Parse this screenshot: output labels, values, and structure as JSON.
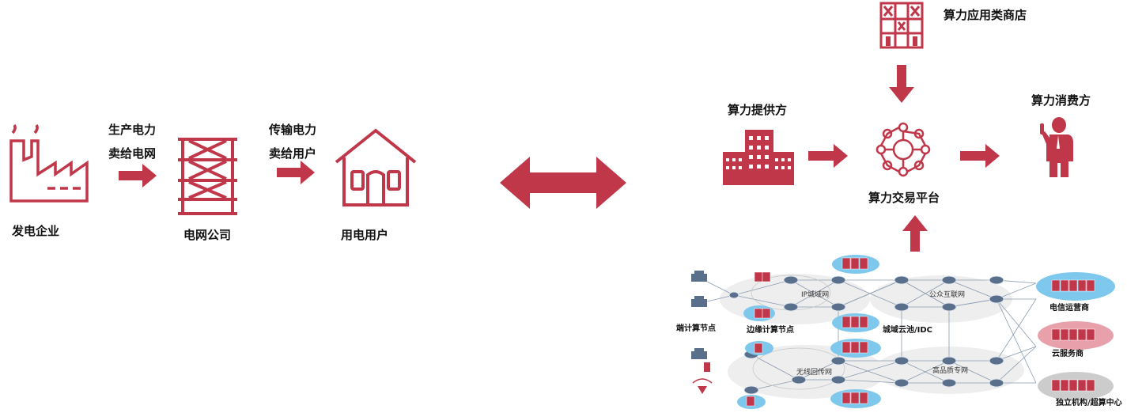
{
  "colors": {
    "accent": "#c0374a",
    "cloud": "#7dc8ec",
    "router": "#5a6f8c"
  },
  "left": {
    "generator": "发电企业",
    "arrow1_line1": "生产电力",
    "arrow1_line2": "卖给电网",
    "grid": "电网公司",
    "arrow2_line1": "传输电力",
    "arrow2_line2": "卖给用户",
    "consumer": "用电用户"
  },
  "right": {
    "store": "算力应用类商店",
    "provider": "算力提供方",
    "platform": "算力交易平台",
    "consumer": "算力消费方"
  },
  "network": {
    "ip_metro": "IP城域网",
    "public_internet": "公众互联网",
    "wireless_backhaul": "无线回传网",
    "high_quality": "高品质专网",
    "terminal_nodes": "端计算节点",
    "edge_nodes": "边缘计算节点",
    "metro_cloud": "城域云池/IDC",
    "telecom": "电信运营商",
    "cloud_provider": "云服务商",
    "supercomputing": "独立机构/超算中心"
  }
}
